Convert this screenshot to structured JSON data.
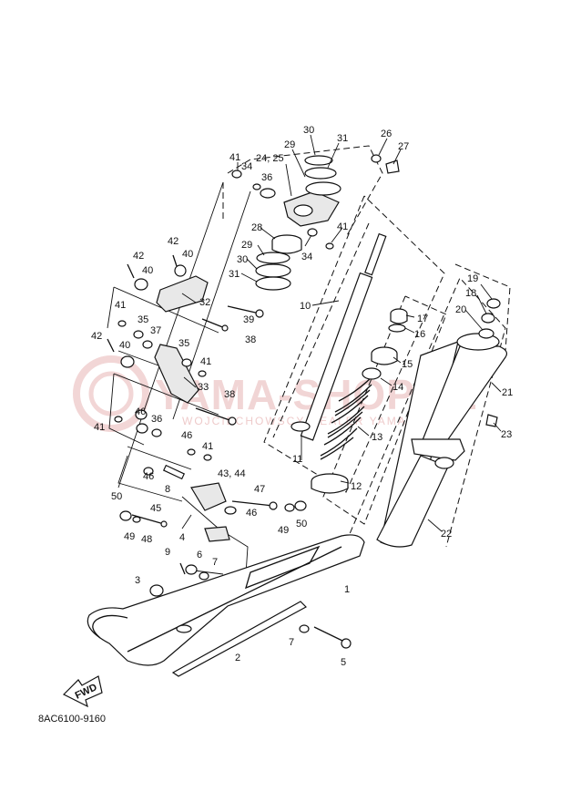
{
  "diagram": {
    "code": "8AC6100-9160",
    "fwd_label": "FWD",
    "callouts": {
      "p1": "1",
      "p2": "2",
      "p3": "3",
      "p4": "4",
      "p5": "5",
      "p6": "6",
      "p7a": "7",
      "p7b": "7",
      "p8": "8",
      "p9": "9",
      "p10": "10",
      "p11": "11",
      "p12": "12",
      "p13": "13",
      "p14": "14",
      "p15": "15",
      "p16": "16",
      "p17": "17",
      "p18": "18",
      "p19": "19",
      "p20": "20",
      "p21": "21",
      "p22": "22",
      "p23": "23",
      "p24_25": "24, 25",
      "p26": "26",
      "p27": "27",
      "p28": "28",
      "p29a": "29",
      "p29b": "29",
      "p30a": "30",
      "p30b": "30",
      "p31a": "31",
      "p31b": "31",
      "p32": "32",
      "p33": "33",
      "p34a": "34",
      "p34b": "34",
      "p35a": "35",
      "p35b": "35",
      "p36a": "36",
      "p36b": "36",
      "p37": "37",
      "p38a": "38",
      "p38b": "38",
      "p39": "39",
      "p40a": "40",
      "p40b": "40",
      "p40c": "40",
      "p41a": "41",
      "p41b": "41",
      "p41c": "41",
      "p41d": "41",
      "p41e": "41",
      "p41f": "41",
      "p42a": "42",
      "p42b": "42",
      "p42c": "42",
      "p43_44": "43, 44",
      "p45": "45",
      "p46a": "46",
      "p46b": "46",
      "p46c": "46",
      "p46d": "46",
      "p47": "47",
      "p48": "48",
      "p49a": "49",
      "p49b": "49",
      "p50a": "50",
      "p50b": "50"
    },
    "watermark": {
      "text": "YAMA-SHOP.PL",
      "sub": "WOJCIECHOWSCY DEALER YAMAHA"
    }
  }
}
